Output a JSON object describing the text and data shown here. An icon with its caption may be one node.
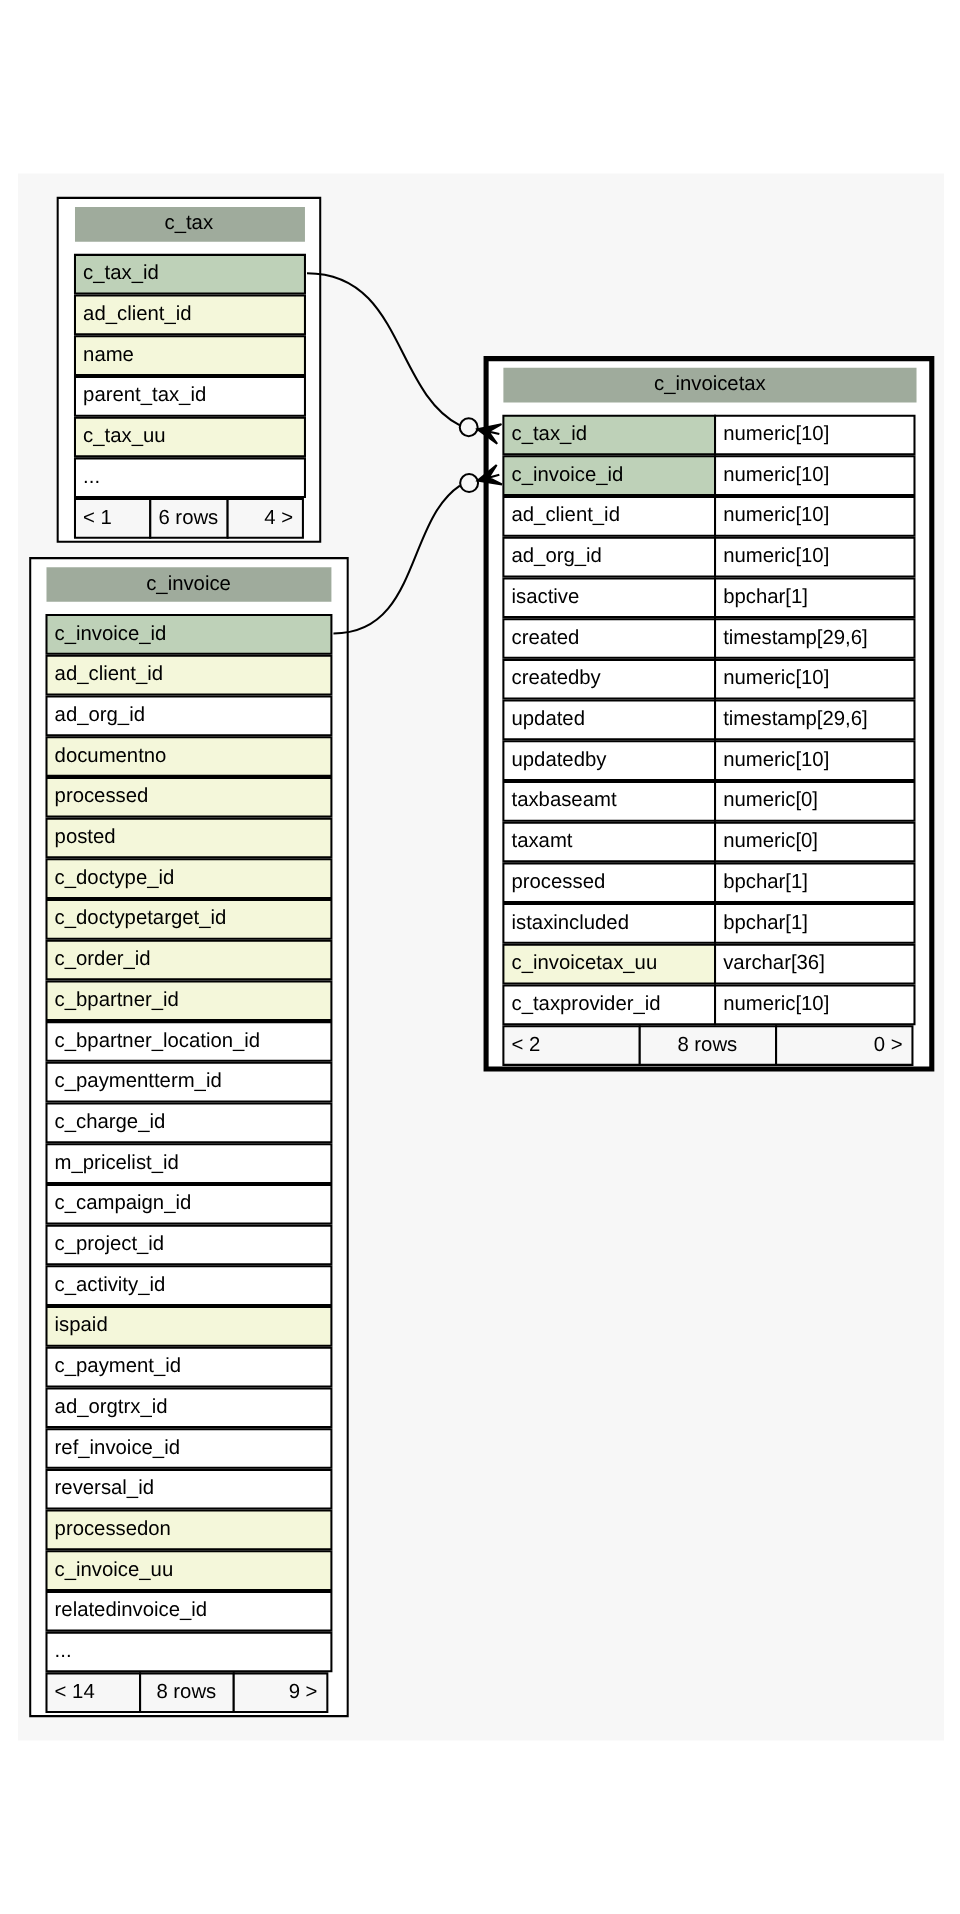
{
  "diagram": {
    "nodes": [
      {
        "text": [
          "c_tax"
        ]
      },
      {
        "text": [
          "c_tax_id"
        ],
        "in": 0
      },
      {
        "text": [
          "ad_client_id"
        ],
        "in": 0
      },
      {
        "text": [
          "name"
        ],
        "in": 0
      },
      {
        "text": [
          "parent_tax_id"
        ],
        "in": 0
      },
      {
        "text": [
          "c_tax_uu"
        ],
        "in": 0
      },
      {
        "text": [
          "..."
        ],
        "in": 0
      },
      {
        "text": [
          "< 1",
          "6 rows",
          "4 >"
        ],
        "in": 0
      },
      {
        "text": [
          "c_invoicetax"
        ]
      },
      {
        "text": [
          "c_tax_id",
          "numeric[10]"
        ],
        "in": 8
      },
      {
        "text": [
          "c_invoice_id",
          "numeric[10]"
        ],
        "in": 8
      },
      {
        "text": [
          "ad_client_id",
          "numeric[10]"
        ],
        "in": 8
      },
      {
        "text": [
          "ad_org_id",
          "numeric[10]"
        ],
        "in": 8
      },
      {
        "text": [
          "isactive",
          "bpchar[1]"
        ],
        "in": 8
      },
      {
        "text": [
          "created",
          "timestamp[29,6]"
        ],
        "in": 8
      },
      {
        "text": [
          "createdby",
          "numeric[10]"
        ],
        "in": 8
      },
      {
        "text": [
          "updated",
          "timestamp[29,6]"
        ],
        "in": 8
      },
      {
        "text": [
          "updatedby",
          "numeric[10]"
        ],
        "in": 8
      },
      {
        "text": [
          "taxbaseamt",
          "numeric[0]"
        ],
        "in": 8
      },
      {
        "text": [
          "taxamt",
          "numeric[0]"
        ],
        "in": 8
      },
      {
        "text": [
          "processed",
          "bpchar[1]"
        ],
        "in": 8
      },
      {
        "text": [
          "istaxincluded",
          "bpchar[1]"
        ],
        "in": 8
      },
      {
        "text": [
          "c_invoicetax_uu",
          "varchar[36]"
        ],
        "in": 8
      },
      {
        "text": [
          "c_taxprovider_id",
          "numeric[10]"
        ],
        "in": 8
      },
      {
        "text": [
          "< 2",
          "8 rows",
          "0 >"
        ],
        "in": 8
      },
      {
        "text": [
          "c_invoice"
        ]
      },
      {
        "text": [
          "c_invoice_id"
        ],
        "in": 25
      },
      {
        "text": [
          "ad_client_id"
        ],
        "in": 25
      },
      {
        "text": [
          "ad_org_id"
        ],
        "in": 25
      },
      {
        "text": [
          "documentno"
        ],
        "in": 25
      },
      {
        "text": [
          "processed"
        ],
        "in": 25
      },
      {
        "text": [
          "posted"
        ],
        "in": 25
      },
      {
        "text": [
          "c_doctype_id"
        ],
        "in": 25
      },
      {
        "text": [
          "c_doctypetarget_id"
        ],
        "in": 25
      },
      {
        "text": [
          "c_order_id"
        ],
        "in": 25
      },
      {
        "text": [
          "c_bpartner_id"
        ],
        "in": 25
      },
      {
        "text": [
          "c_bpartner_location_id"
        ],
        "in": 25
      },
      {
        "text": [
          "c_paymentterm_id"
        ],
        "in": 25
      },
      {
        "text": [
          "c_charge_id"
        ],
        "in": 25
      },
      {
        "text": [
          "m_pricelist_id"
        ],
        "in": 25
      },
      {
        "text": [
          "c_campaign_id"
        ],
        "in": 25
      },
      {
        "text": [
          "c_project_id"
        ],
        "in": 25
      },
      {
        "text": [
          "c_activity_id"
        ],
        "in": 25
      },
      {
        "text": [
          "ispaid"
        ],
        "in": 25
      },
      {
        "text": [
          "c_payment_id"
        ],
        "in": 25
      },
      {
        "text": [
          "ad_orgtrx_id"
        ],
        "in": 25
      },
      {
        "text": [
          "ref_invoice_id"
        ],
        "in": 25
      },
      {
        "text": [
          "reversal_id"
        ],
        "in": 25
      },
      {
        "text": [
          "processedon"
        ],
        "in": 25
      },
      {
        "text": [
          "c_invoice_uu"
        ],
        "in": 25
      },
      {
        "text": [
          "relatedinvoice_id"
        ],
        "in": 25
      },
      {
        "text": [
          "..."
        ],
        "in": 25
      },
      {
        "text": [
          "< 14",
          "8 rows",
          "9 >"
        ],
        "in": 25
      }
    ],
    "edges": [
      {
        "from": 1,
        "to": 9,
        "arrow": "other"
      },
      {
        "from": 26,
        "to": 10,
        "arrow": "other"
      }
    ]
  }
}
